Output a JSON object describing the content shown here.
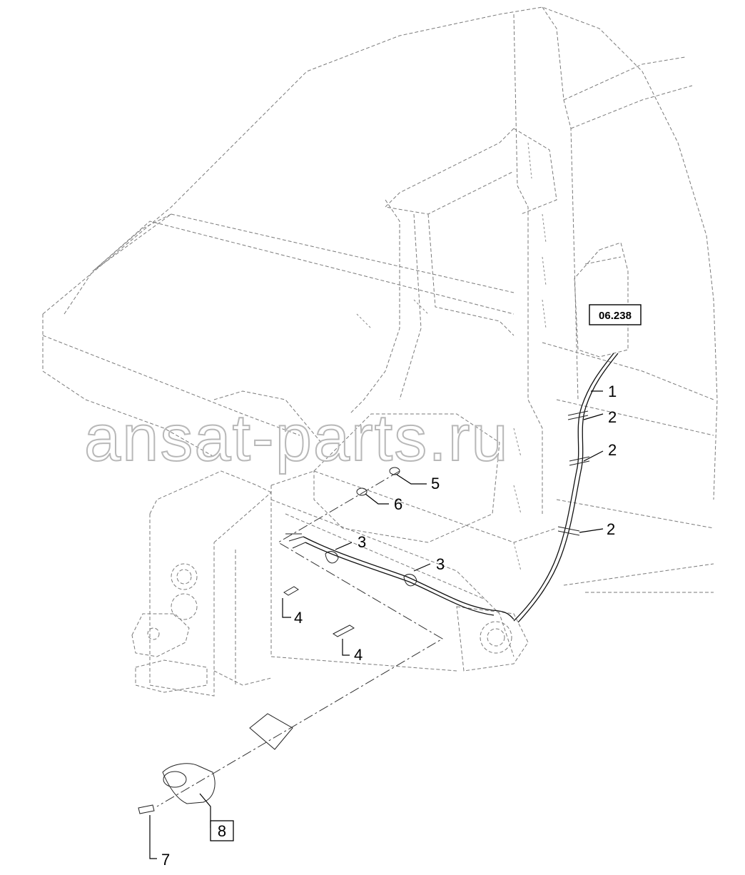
{
  "watermark": "ansat-parts.ru",
  "reference_box": "06.238",
  "callouts": {
    "c1": "1",
    "c2a": "2",
    "c2b": "2",
    "c2c": "2",
    "c3a": "3",
    "c3b": "3",
    "c4a": "4",
    "c4b": "4",
    "c5": "5",
    "c6": "6",
    "c7": "7",
    "c8": "8"
  }
}
